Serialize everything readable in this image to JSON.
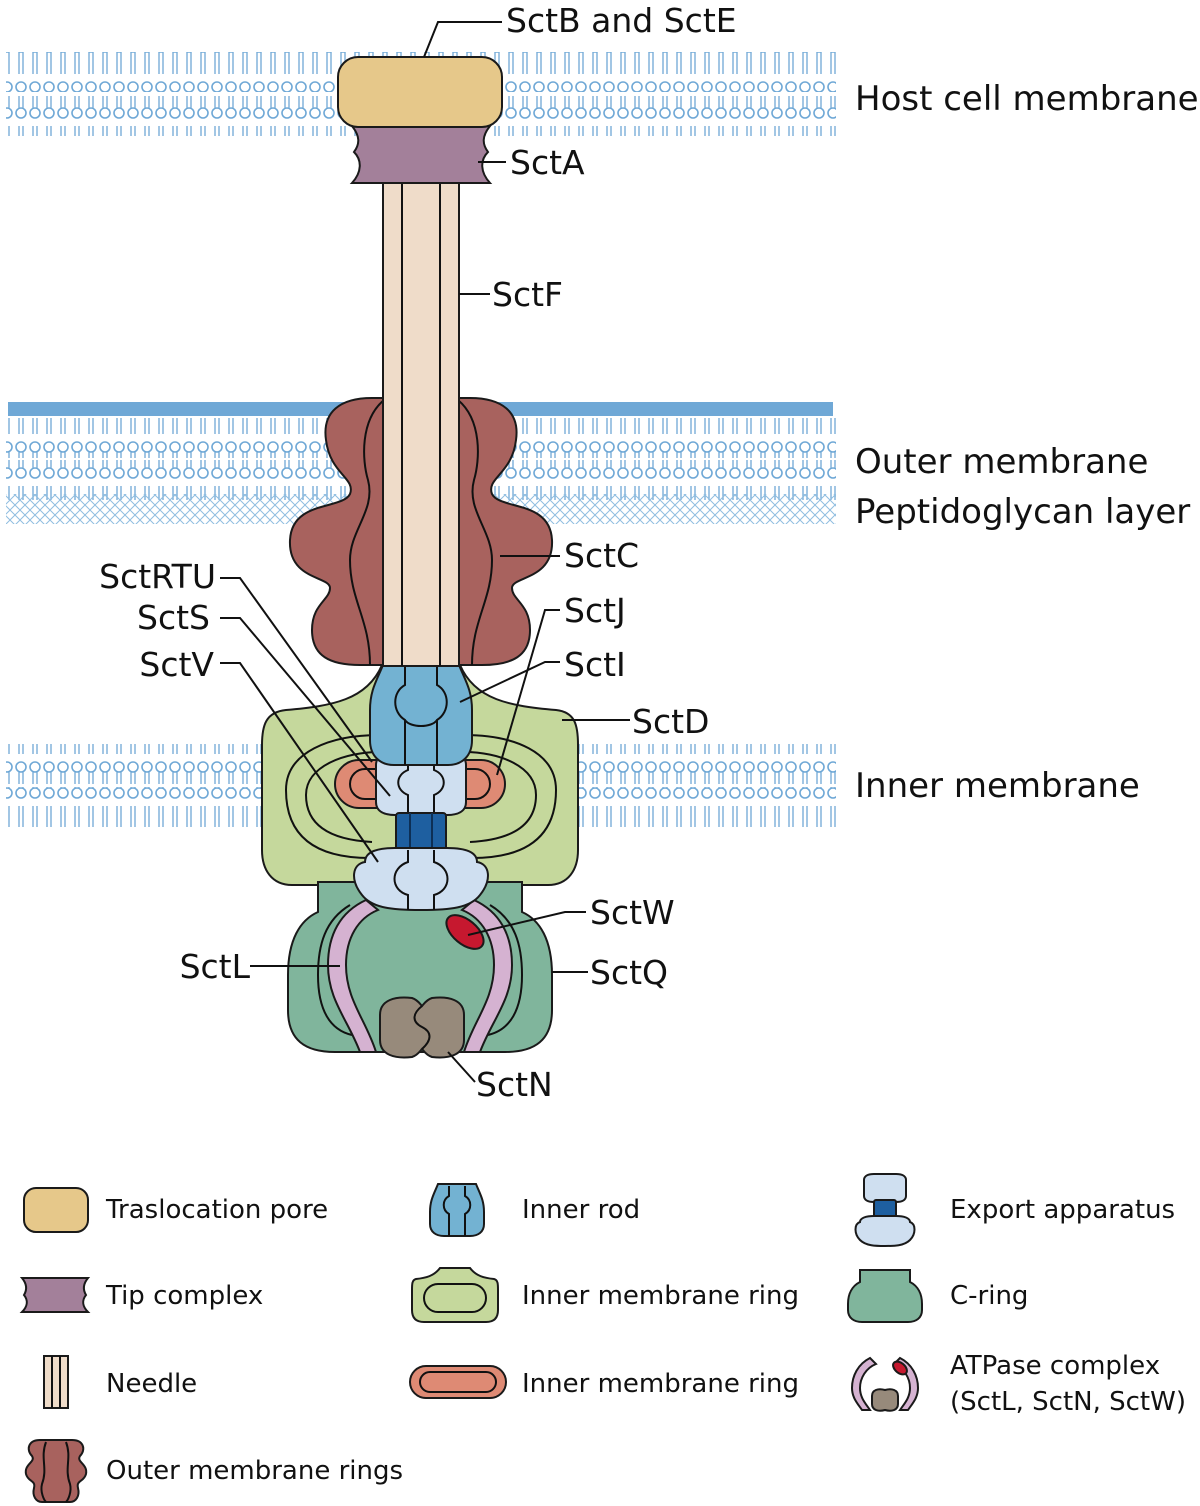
{
  "membranes": {
    "host": "Host cell membrane",
    "outer": "Outer membrane",
    "peptidoglycan": "Peptidoglycan layer",
    "inner": "Inner membrane"
  },
  "labels": {
    "sctBE": "SctB and SctE",
    "sctA": "SctA",
    "sctF": "SctF",
    "sctC": "SctC",
    "sctRTU": "SctRTU",
    "sctS": "SctS",
    "sctV": "SctV",
    "sctJ": "SctJ",
    "sctI": "SctI",
    "sctD": "SctD",
    "sctW": "SctW",
    "sctQ": "SctQ",
    "sctL": "SctL",
    "sctN": "SctN"
  },
  "legend": {
    "translocation_pore": "Traslocation pore",
    "tip_complex": "Tip complex",
    "needle": "Needle",
    "outer_membrane_rings": "Outer membrane rings",
    "inner_rod": "Inner rod",
    "inner_membrane_ring_1": "Inner membrane ring",
    "inner_membrane_ring_2": "Inner membrane ring",
    "export_apparatus": "Export apparatus",
    "c_ring": "C-ring",
    "atpase_line1": "ATPase complex",
    "atpase_line2": "(SctL, SctN, SctW)"
  },
  "colors": {
    "lipid": "#6fa8d6",
    "pore": "#e6c88a",
    "tip": "#a3809a",
    "needle": "#efdcc9",
    "outer_ring": "#a8625e",
    "inner_rod": "#73b2d2",
    "inner_ring_green": "#c5d89c",
    "inner_ring_salmon": "#de8a74",
    "export_light": "#cfdff0",
    "export_dark": "#1e5fa0",
    "c_ring": "#80b59c",
    "atpase_pink": "#d5b2d1",
    "atpase_gray": "#978a7b",
    "sctw_red": "#c6182f"
  }
}
